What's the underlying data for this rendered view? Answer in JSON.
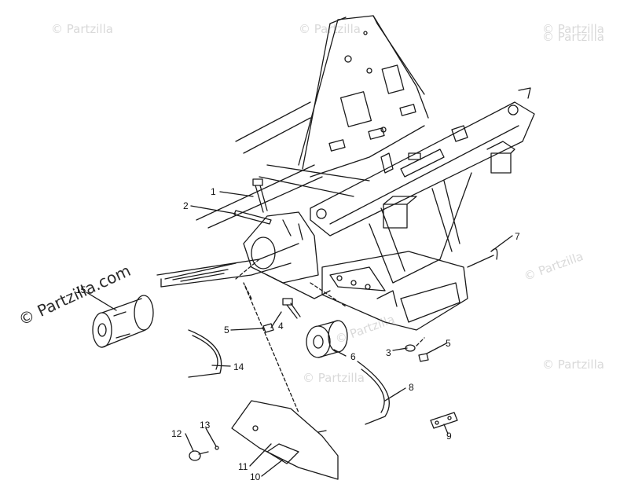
{
  "watermark": "© Partzilla",
  "watermark_main": "© Partzilla.com",
  "callouts": {
    "c1": "1",
    "c2": "2",
    "c3": "3",
    "c4": "4",
    "c5a": "5",
    "c5b": "5",
    "c6": "6",
    "c7": "7",
    "c8": "8",
    "c9": "9",
    "c10": "10",
    "c11": "11",
    "c12": "12",
    "c13": "13",
    "c14": "14",
    "c15": "15"
  },
  "colors": {
    "line": "#1a1a1a",
    "watermark": "#d9d9d9"
  }
}
